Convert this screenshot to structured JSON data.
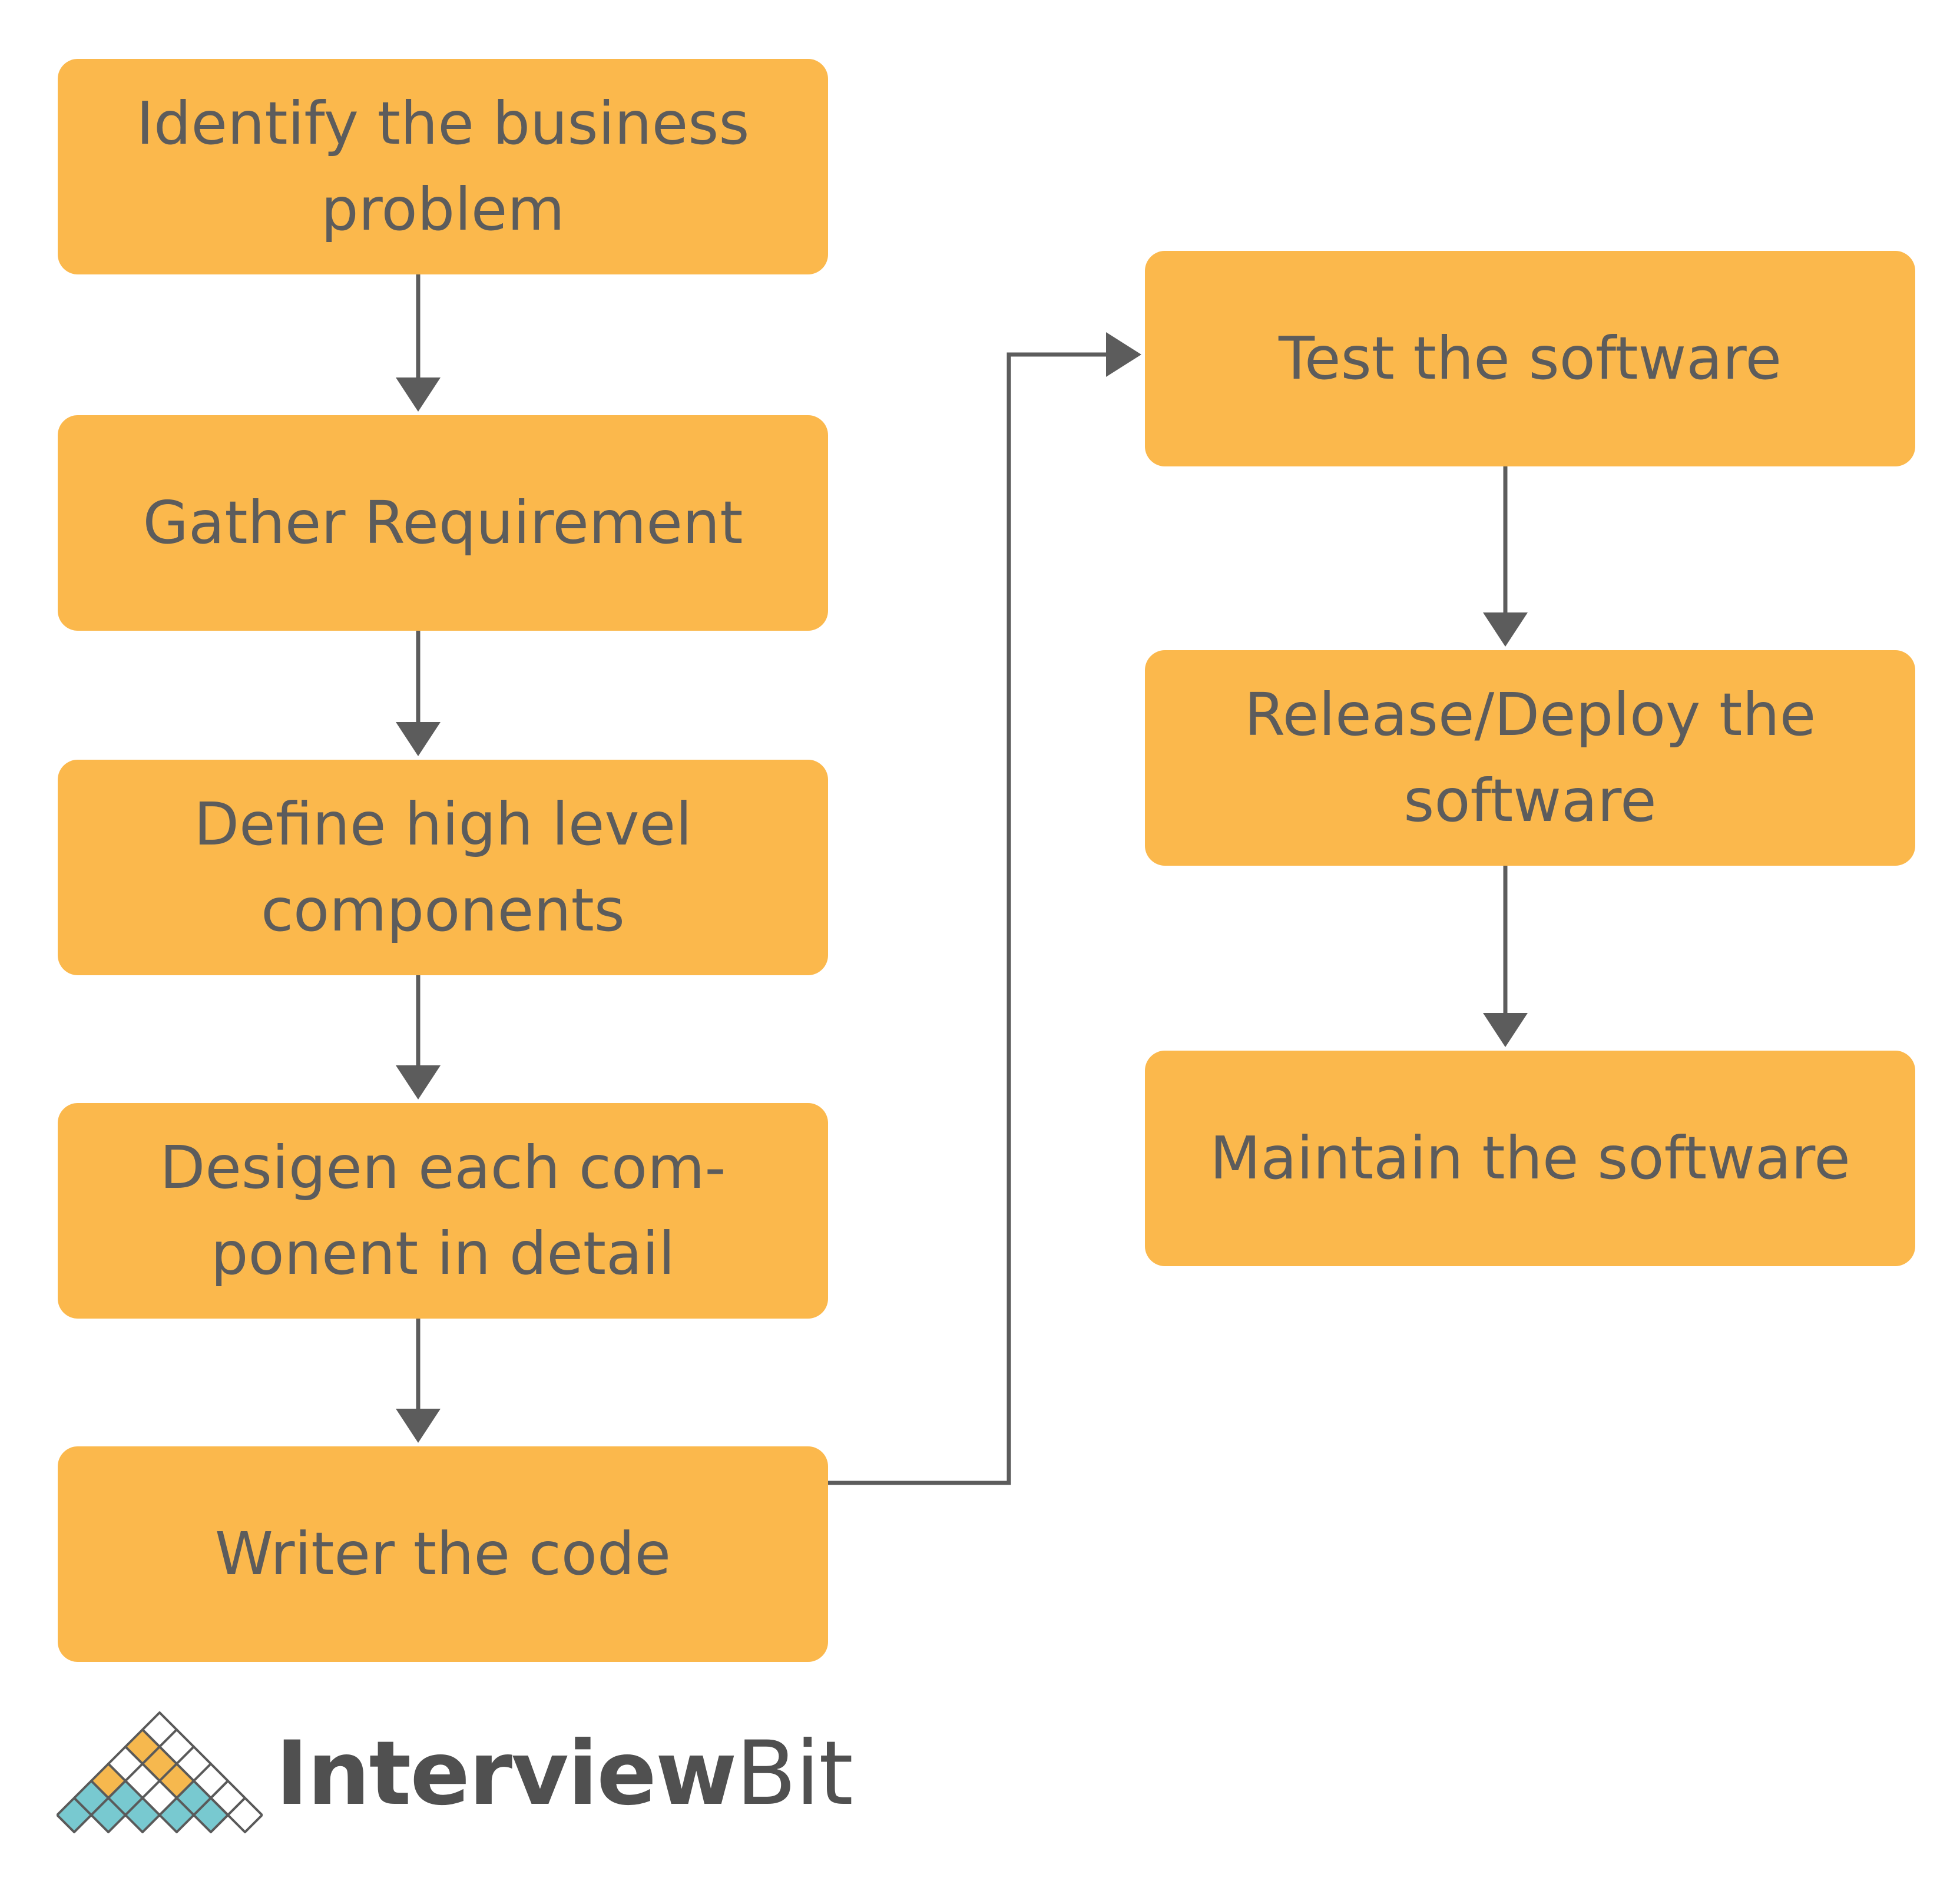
{
  "diagram": {
    "colors": {
      "box_fill": "#FBB84C",
      "box_text": "#5c5c5c",
      "connector": "#5c5c5c"
    },
    "steps": [
      {
        "id": "identify",
        "label": "Identify the business\n        problem"
      },
      {
        "id": "gather",
        "label": "Gather Requirement"
      },
      {
        "id": "define",
        "label": "Define high level\n    components"
      },
      {
        "id": "design",
        "label": "Desigen each com-\nponent in detail"
      },
      {
        "id": "write",
        "label": "Writer the code"
      },
      {
        "id": "test",
        "label": "Test the software"
      },
      {
        "id": "release",
        "label": "Release/Deploy the\n     software"
      },
      {
        "id": "maintain",
        "label": "Maintain the software"
      }
    ],
    "connectors": [
      {
        "from": "identify",
        "to": "gather"
      },
      {
        "from": "gather",
        "to": "define"
      },
      {
        "from": "define",
        "to": "design"
      },
      {
        "from": "design",
        "to": "write"
      },
      {
        "from": "write",
        "to": "test"
      },
      {
        "from": "test",
        "to": "release"
      },
      {
        "from": "release",
        "to": "maintain"
      }
    ]
  },
  "brand": {
    "name_strong": "Interview",
    "name_light": "Bit",
    "logo_icon": "diamond-grid-icon",
    "logo_colors": [
      "#F6B84E",
      "#78C9D0",
      "#ffffff",
      "#5a5a5a"
    ]
  }
}
